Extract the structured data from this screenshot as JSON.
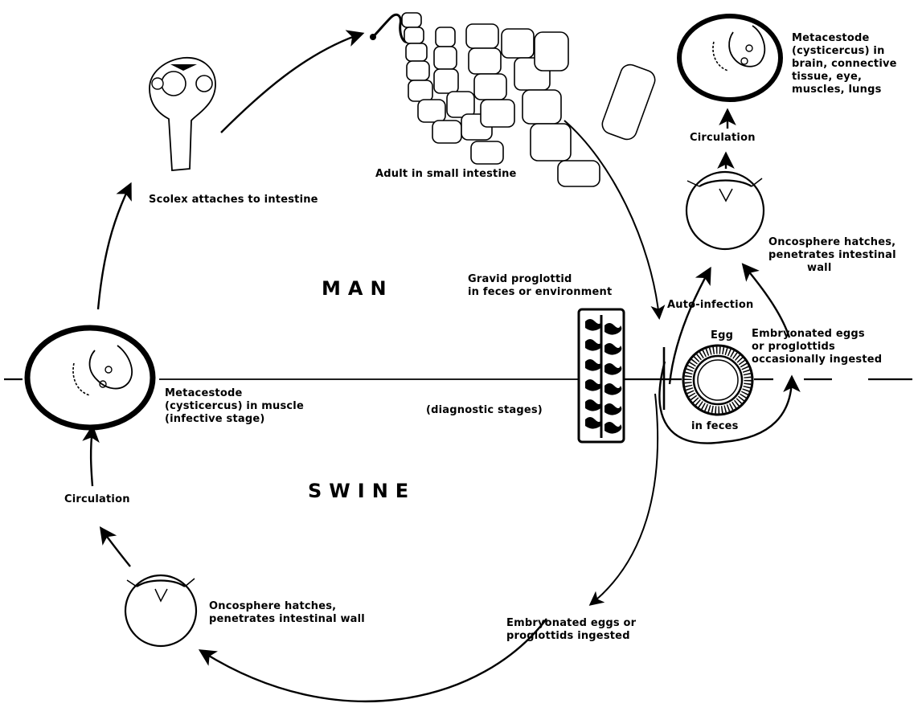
{
  "hosts": {
    "man": "MAN",
    "swine": "SWINE"
  },
  "labels": {
    "adult": "Adult in small intestine",
    "scolex": "Scolex attaches to intestine",
    "metacestode_brain": [
      "Metacestode",
      "(cysticercus) in",
      "brain, connective",
      "tissue, eye,",
      "muscles, lungs"
    ],
    "circulation_top": "Circulation",
    "oncosphere_top": [
      "Oncosphere hatches,",
      "penetrates intestinal",
      "wall"
    ],
    "gravid": [
      "Gravid proglottid",
      "in feces or environment"
    ],
    "autoinfection": "Auto-infection",
    "egg": "Egg",
    "in_feces": "in feces",
    "embryonated_top": [
      "Embryonated eggs",
      "or proglottids",
      "occasionally ingested"
    ],
    "metacestode_muscle": [
      "Metacestode",
      "(cysticercus) in muscle",
      "(infective stage)"
    ],
    "diagnostic": "(diagnostic stages)",
    "circulation_left": "Circulation",
    "oncosphere_bottom": [
      "Oncosphere hatches,",
      "penetrates intestinal wall"
    ],
    "embryonated_bottom": [
      "Embryonated eggs or",
      "proglottids ingested"
    ]
  }
}
